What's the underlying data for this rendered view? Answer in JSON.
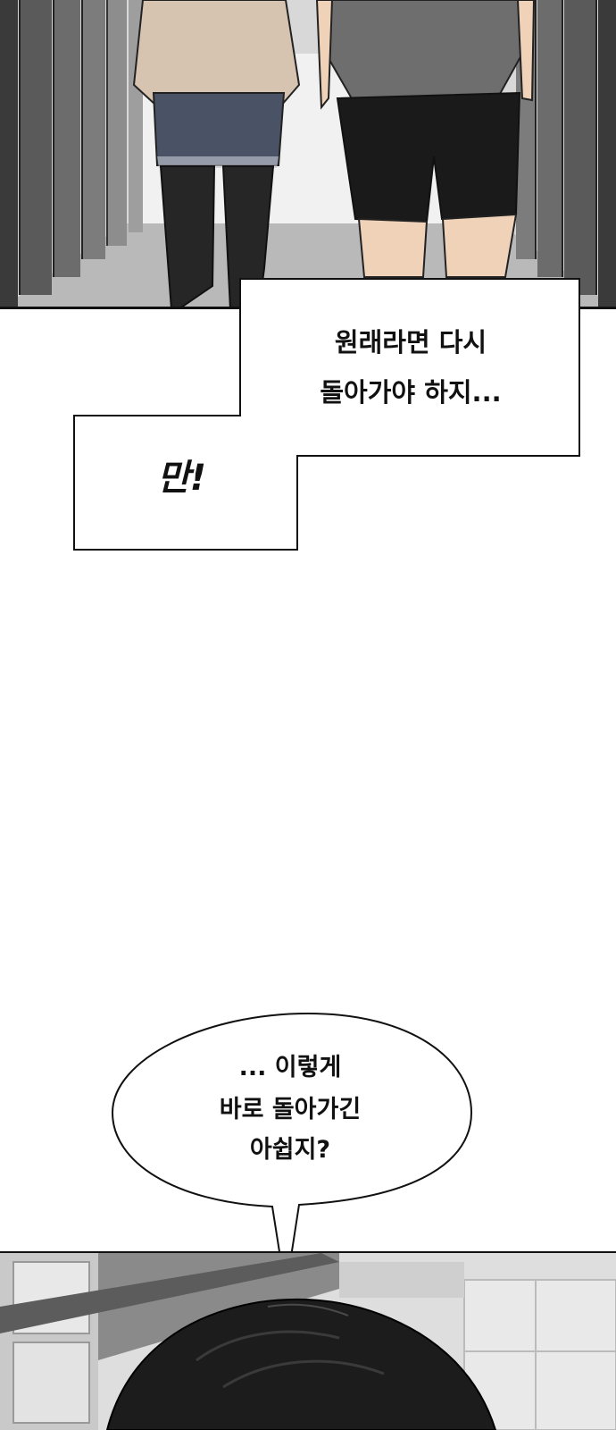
{
  "narration": {
    "line1": "원래라면 다시",
    "line2": "돌아가야 하지...",
    "continuation": "만!"
  },
  "speech_bubble": {
    "line1": "... 이렇게",
    "line2": "바로 돌아가긴",
    "line3": "아쉽지?"
  },
  "colors": {
    "ink": "#111111",
    "panel_gray": "#cfcfcf",
    "shorts": "#1a1a1a",
    "skirt": "#4a5366",
    "tights": "#262626",
    "hair": "#1c1c1c"
  }
}
